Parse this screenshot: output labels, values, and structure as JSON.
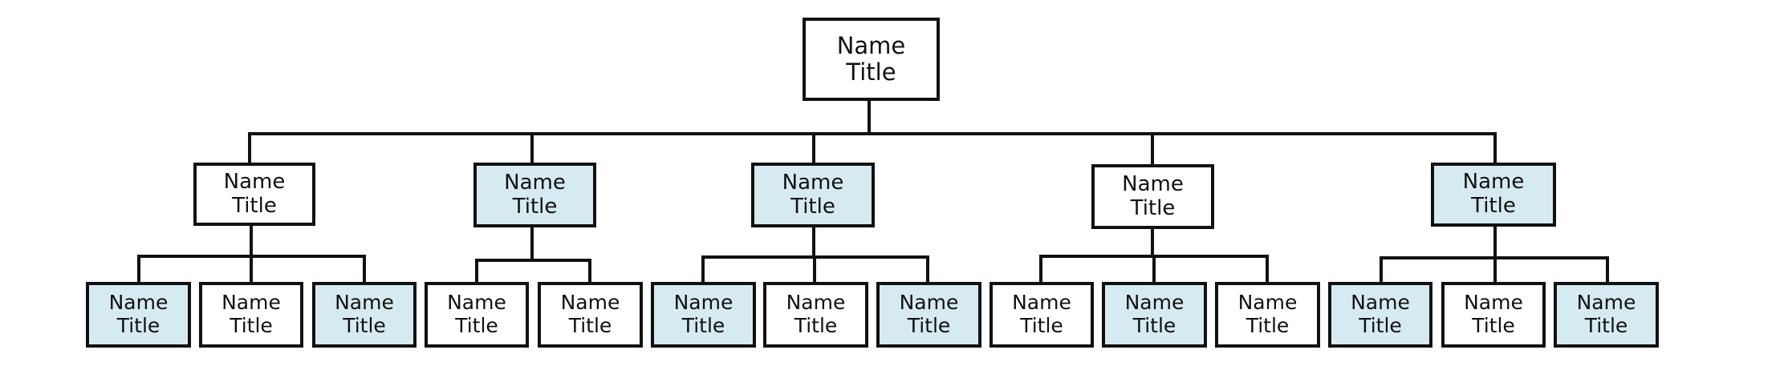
{
  "nodes": {
    "root": {
      "name": "Name",
      "title": "Title"
    },
    "b1": {
      "name": "Name",
      "title": "Title"
    },
    "b2": {
      "name": "Name",
      "title": "Title"
    },
    "b3": {
      "name": "Name",
      "title": "Title"
    },
    "b4": {
      "name": "Name",
      "title": "Title"
    },
    "b5": {
      "name": "Name",
      "title": "Title"
    },
    "b1_1": {
      "name": "Name",
      "title": "Title"
    },
    "b1_2": {
      "name": "Name",
      "title": "Title"
    },
    "b1_3": {
      "name": "Name",
      "title": "Title"
    },
    "b2_1": {
      "name": "Name",
      "title": "Title"
    },
    "b2_2": {
      "name": "Name",
      "title": "Title"
    },
    "b3_1": {
      "name": "Name",
      "title": "Title"
    },
    "b3_2": {
      "name": "Name",
      "title": "Title"
    },
    "b3_3": {
      "name": "Name",
      "title": "Title"
    },
    "b4_1": {
      "name": "Name",
      "title": "Title"
    },
    "b4_2": {
      "name": "Name",
      "title": "Title"
    },
    "b4_3": {
      "name": "Name",
      "title": "Title"
    },
    "b5_1": {
      "name": "Name",
      "title": "Title"
    },
    "b5_2": {
      "name": "Name",
      "title": "Title"
    },
    "b5_3": {
      "name": "Name",
      "title": "Title"
    }
  },
  "colors": {
    "line": "#111111",
    "box_fill": "#ffffff",
    "box_fill_shaded": "#d6eaf1",
    "text": "#111111"
  }
}
